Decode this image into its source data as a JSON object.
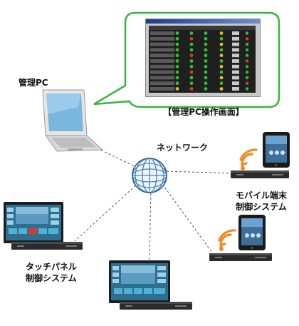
{
  "labels": {
    "admin_pc": "管理PC",
    "admin_screen_caption": "【管理PC操作画面】",
    "network": "ネットワーク",
    "mobile_line1": "モバイル端末",
    "mobile_line2": "制御システム",
    "touch_line1": "タッチパネル",
    "touch_line2": "制御システム"
  },
  "colors": {
    "callout_border": "#3db33d",
    "wifi": "#f08a1e",
    "device": "#2b2b2b",
    "dashed_link": "#555555",
    "globe": "#4a84b8"
  },
  "icons": [
    "laptop-icon",
    "globe-icon",
    "wifi-icon",
    "tablet-icon",
    "touch-panel-icon",
    "controller-box-icon"
  ]
}
